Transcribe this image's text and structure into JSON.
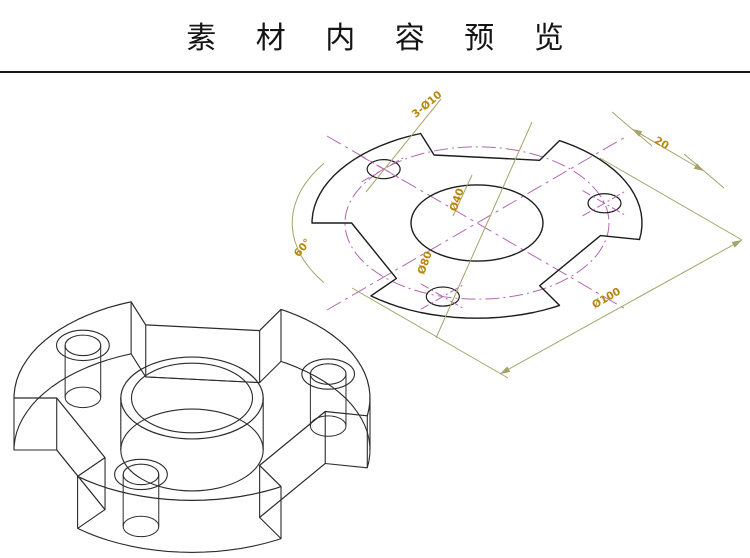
{
  "header": {
    "title": "素 材 内 容 预 览"
  },
  "drawing": {
    "colors": {
      "background": "#ffffff",
      "outline": "#1c1c1c",
      "wireframe": "#2b2b2b",
      "centerline": "#b268b2",
      "dimension_line": "#a6a36b",
      "dimension_text": "#b8860b"
    },
    "top_view": {
      "dimensions": {
        "holes_label": "3-Ø10",
        "bore_diameter": "Ø40",
        "bolt_circle_diameter": "Ø80",
        "outer_diameter": "Ø100",
        "notch_angle": "60°",
        "ear_width": "20"
      }
    }
  }
}
